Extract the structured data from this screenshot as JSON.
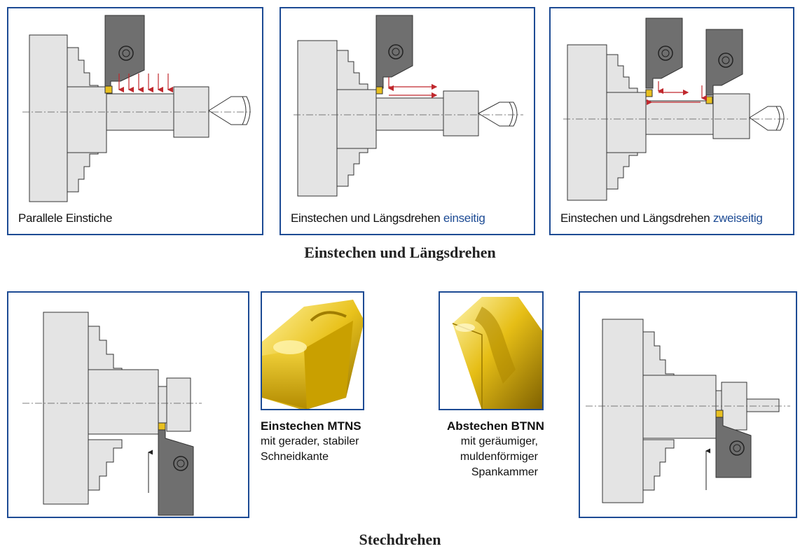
{
  "top_section": {
    "title": "Einstechen und Längsdrehen",
    "panels": [
      {
        "caption": "Parallele Einstiche",
        "highlight": ""
      },
      {
        "caption": "Einstechen und Längsdrehen ",
        "highlight": "einseitig"
      },
      {
        "caption": "Einstechen und Längsdrehen ",
        "highlight": "zweiseitig"
      }
    ]
  },
  "bottom_section": {
    "title": "Stechdrehen",
    "inserts": [
      {
        "title": "Einstechen MTNS",
        "lines": [
          "mit gerader, stabiler",
          "Schneidkante"
        ]
      },
      {
        "title": "Abstechen BTNN",
        "lines": [
          "mit geräumiger,",
          "muldenförmiger",
          "Spankammer"
        ]
      }
    ]
  },
  "colors": {
    "frame": "#1d4b94",
    "highlight": "#1d4b94",
    "arrow": "#c0282d",
    "insert": "#e8c020",
    "holder": "#6f6f6f"
  }
}
